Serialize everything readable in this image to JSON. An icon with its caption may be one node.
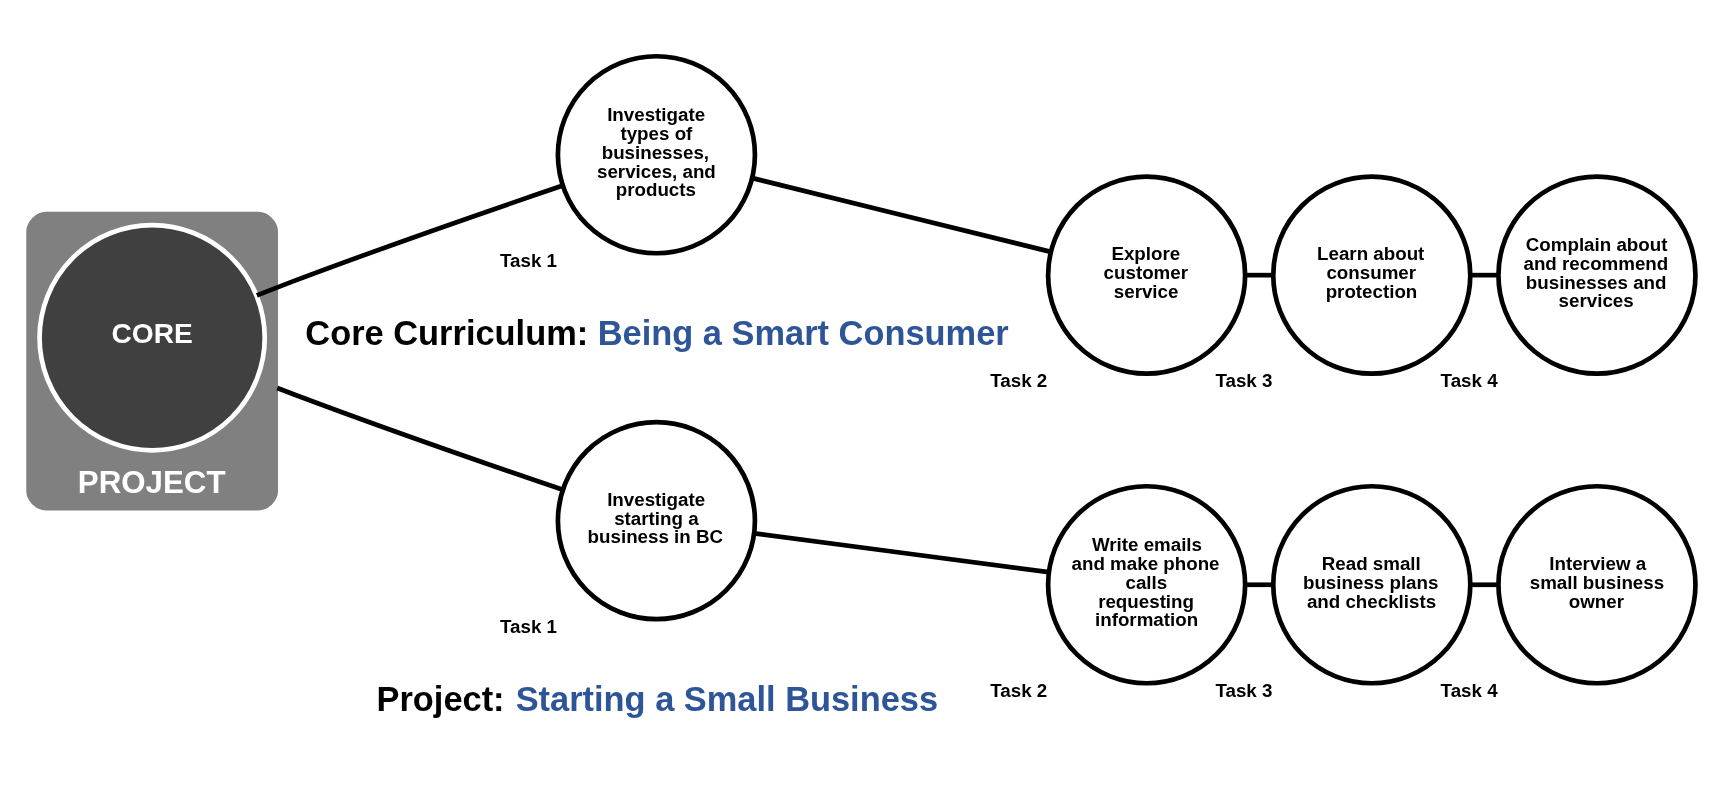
{
  "diagram": {
    "nodes": [
      {
        "text": [
          "PROJECT"
        ]
      },
      {
        "text": [
          "CORE"
        ],
        "in": 0
      },
      {
        "text": [
          "Task 1",
          "Investigate types of businesses, services, and products"
        ]
      },
      {
        "text": [
          "Task 2",
          "Explore customer service"
        ]
      },
      {
        "text": [
          "Task 3",
          "Learn about consumer protection"
        ]
      },
      {
        "text": [
          "Task 4",
          "Complain about and recommend businesses and services"
        ]
      },
      {
        "text": [
          "Task 1",
          "Investigate starting a business in BC"
        ]
      },
      {
        "text": [
          "Task 2",
          "Write emails and make phone calls requesting information"
        ]
      },
      {
        "text": [
          "Task 3",
          "Read small business plans and checklists"
        ]
      },
      {
        "text": [
          "Task 4",
          "Interview a small business owner"
        ]
      }
    ],
    "edges": [
      {
        "from": 1,
        "to": 2,
        "arrow": "none"
      },
      {
        "from": 2,
        "to": 3,
        "arrow": "none"
      },
      {
        "from": 3,
        "to": 4,
        "arrow": "none"
      },
      {
        "from": 4,
        "to": 5,
        "arrow": "none"
      },
      {
        "from": 0,
        "to": 6,
        "arrow": "none"
      },
      {
        "from": 6,
        "to": 7,
        "arrow": "none"
      },
      {
        "from": 7,
        "to": 8,
        "arrow": "none"
      },
      {
        "from": 8,
        "to": 9,
        "arrow": "none"
      }
    ],
    "labels": [
      "Core Curriculum:",
      "Being a Smart Consumer",
      "Project:",
      "Starting a Small Business"
    ]
  }
}
